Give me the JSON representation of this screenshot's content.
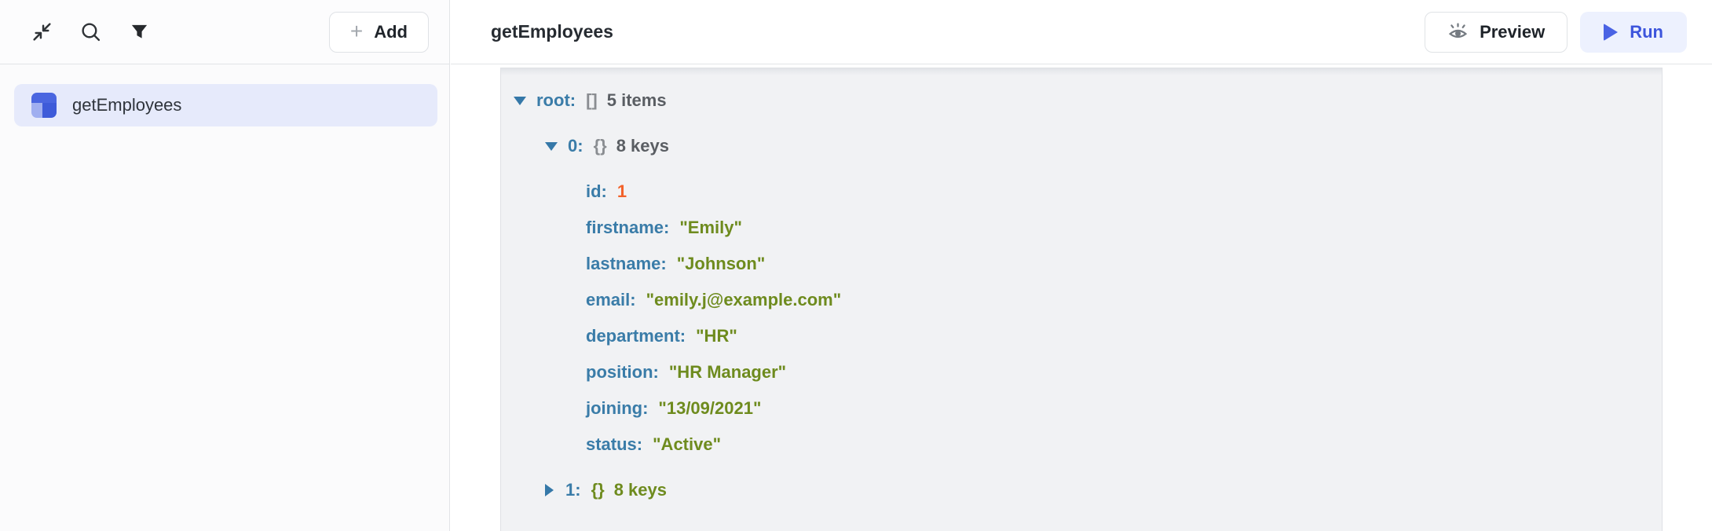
{
  "sidebar": {
    "add_button": {
      "plus": "+",
      "label": "Add"
    },
    "items": [
      {
        "label": "getEmployees"
      }
    ]
  },
  "header": {
    "title": "getEmployees",
    "preview_label": "Preview",
    "run_label": "Run"
  },
  "viewer": {
    "root": {
      "key": "root:",
      "brackets": "[]",
      "summary": "5 items",
      "state": "expanded"
    },
    "nodes": [
      {
        "key": "0:",
        "brackets": "{}",
        "summary": "8 keys",
        "state": "expanded"
      },
      {
        "key": "1:",
        "brackets": "{}",
        "summary": "8 keys",
        "state": "collapsed"
      }
    ],
    "rows": [
      {
        "key": "id:",
        "value": "1",
        "type": "number"
      },
      {
        "key": "firstname:",
        "value": "\"Emily\"",
        "type": "string"
      },
      {
        "key": "lastname:",
        "value": "\"Johnson\"",
        "type": "string"
      },
      {
        "key": "email:",
        "value": "\"emily.j@example.com\"",
        "type": "string"
      },
      {
        "key": "department:",
        "value": "\"HR\"",
        "type": "string"
      },
      {
        "key": "position:",
        "value": "\"HR Manager\"",
        "type": "string"
      },
      {
        "key": "joining:",
        "value": "\"13/09/2021\"",
        "type": "string"
      },
      {
        "key": "status:",
        "value": "\"Active\"",
        "type": "string"
      }
    ]
  },
  "colors": {
    "key_blue": "#3A7CA8",
    "string_green": "#6E8B1E",
    "number_orange": "#F2622A",
    "run_accent": "#3D55DC",
    "selection_bg": "#E6EAFB",
    "panel_bg": "#F1F2F4"
  }
}
